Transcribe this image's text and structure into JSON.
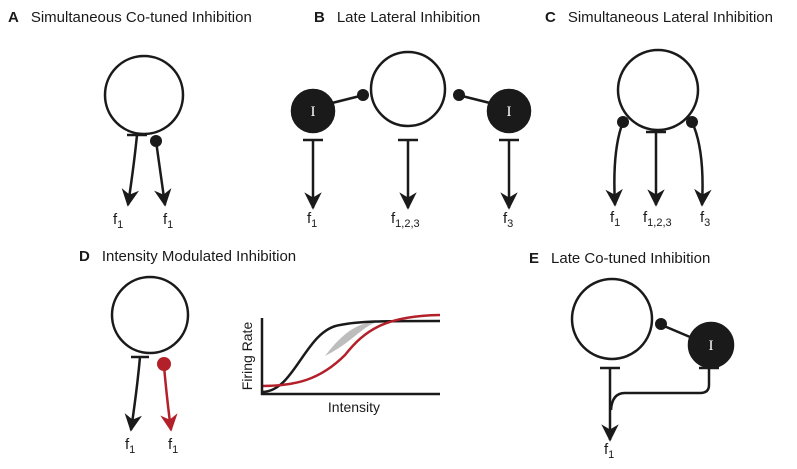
{
  "panels": {
    "A": {
      "letter": "A",
      "title": "Simultaneous Co-tuned Inhibition",
      "inputs": [
        {
          "base": "f",
          "sub": "1"
        },
        {
          "base": "f",
          "sub": "1"
        }
      ]
    },
    "B": {
      "letter": "B",
      "title": "Late Lateral Inhibition",
      "node_label": "I",
      "inputs": [
        {
          "base": "f",
          "sub": "1"
        },
        {
          "base": "f",
          "sub": "1,2,3"
        },
        {
          "base": "f",
          "sub": "3"
        }
      ]
    },
    "C": {
      "letter": "C",
      "title": "Simultaneous Lateral Inhibition",
      "inputs": [
        {
          "base": "f",
          "sub": "1"
        },
        {
          "base": "f",
          "sub": "1,2,3"
        },
        {
          "base": "f",
          "sub": "3"
        }
      ]
    },
    "D": {
      "letter": "D",
      "title": "Intensity Modulated Inhibition",
      "inputs": [
        {
          "base": "f",
          "sub": "1"
        },
        {
          "base": "f",
          "sub": "1"
        }
      ],
      "plot": {
        "ylabel": "Firing Rate",
        "xlabel": "Intensity"
      }
    },
    "E": {
      "letter": "E",
      "title": "Late Co-tuned Inhibition",
      "node_label": "I",
      "inputs": [
        {
          "base": "f",
          "sub": "1"
        }
      ]
    }
  },
  "colors": {
    "ink": "#1a1a1a",
    "inhibitory": "#b3202a",
    "shade": "#bdbdbd"
  }
}
